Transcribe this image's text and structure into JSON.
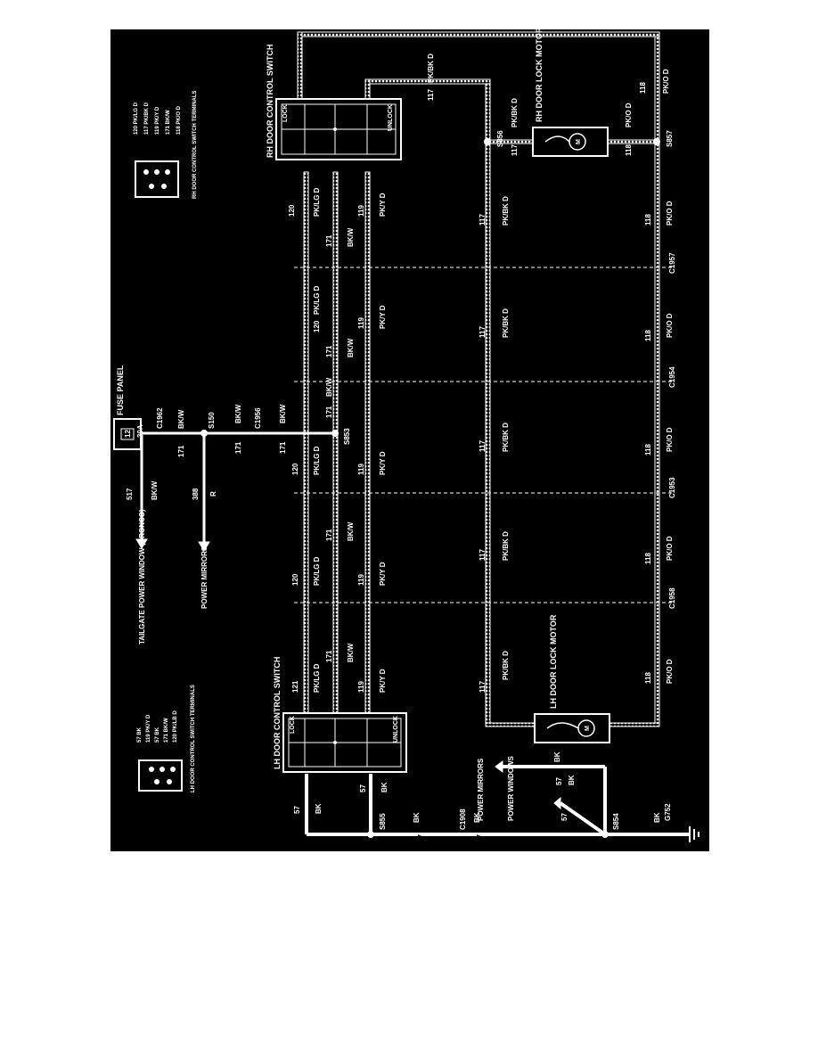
{
  "colors": {
    "background": "#000000",
    "ink": "#ffffff",
    "wire": "#c8c8c8"
  },
  "fuse_panel": {
    "title": "FUSE PANEL",
    "fuse": "12",
    "rating": "30A"
  },
  "connectors": [
    "C1962",
    "C1956",
    "C1958",
    "C1953",
    "C1954",
    "C1957",
    "C1908"
  ],
  "splices": [
    "S150",
    "S853",
    "S855",
    "S856",
    "S857",
    "S854"
  ],
  "ground": "G752",
  "lh_switch": {
    "title": "LH DOOR CONTROL SWITCH",
    "lock": "LOCK",
    "unlock": "UNLOCK",
    "terminals_caption": "LH DOOR CONTROL SWITCH TERMINALS",
    "terminals": [
      "57 BK",
      "119 PK/Y D",
      "57 BK",
      "171 BK/W",
      "120 PK/LB D"
    ]
  },
  "rh_switch": {
    "title": "RH DOOR CONTROL SWITCH",
    "lock": "LOCK",
    "unlock": "UNLOCK",
    "terminals_caption": "RH DOOR CONTROL SWITCH TERMINALS",
    "terminals": [
      "120 PK/LG D",
      "117 PK/BK D",
      "119 PK/Y D",
      "171 BK/W",
      "118 PK/O D"
    ]
  },
  "lh_motor": "LH DOOR LOCK MOTOR",
  "rh_motor": "RH DOOR LOCK MOTOR",
  "motor_symbol": "M",
  "destinations": {
    "tailgate": "TAILGATE POWER WINDOW (BRONCO)",
    "power_mirrors_top": "POWER MIRRORS",
    "power_mirrors": "POWER MIRRORS",
    "power_windows": "POWER WINDOWS"
  },
  "wires": {
    "w517": "517",
    "bkw": "BK/W",
    "w388": "388",
    "r": "R",
    "w171": "171",
    "w120": "120",
    "w121": "121",
    "pklg": "PK/LG D",
    "w119": "119",
    "pky": "PK/Y D",
    "w117": "117",
    "pkbk": "PK/BK D",
    "w118": "118",
    "pko": "PK/O D",
    "w57": "57",
    "bk": "BK"
  }
}
